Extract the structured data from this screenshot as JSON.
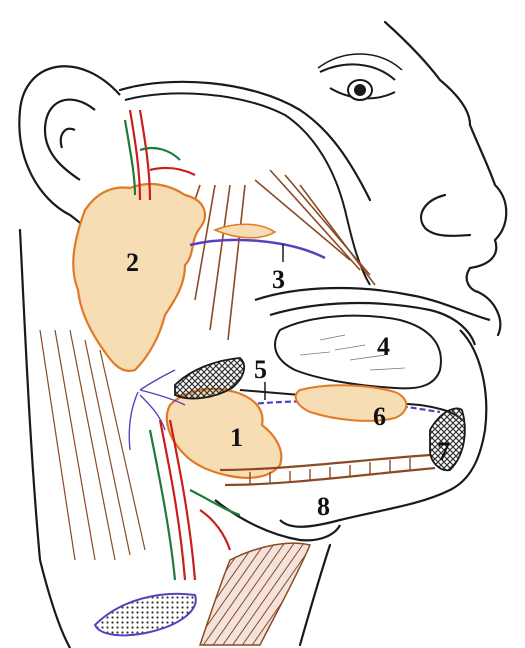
{
  "figure": {
    "labels": [
      "1",
      "2",
      "3",
      "4",
      "5",
      "6",
      "7",
      "8"
    ]
  },
  "colors": {
    "outline": "#1a1a1a",
    "gland_fill": "#f6ddb4",
    "gland_edge": "#e07a28",
    "muscle": "#8b4a24",
    "artery": "#c81e1e",
    "vein_green": "#1f7a3a",
    "nerve_purple": "#5a3fc0",
    "bone_hatch": "#333333"
  },
  "structures": [
    "submandibular-gland",
    "parotid-gland",
    "parotid-duct",
    "tongue",
    "submandibular-duct",
    "sublingual-gland",
    "mandible-symphysis",
    "mylohyoid-muscle"
  ]
}
